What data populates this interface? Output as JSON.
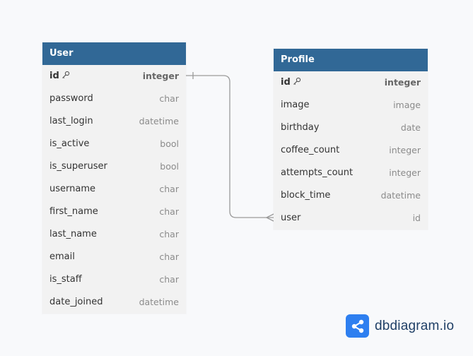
{
  "tables": {
    "user": {
      "title": "User",
      "columns": [
        {
          "name": "id",
          "type": "integer",
          "pk": true
        },
        {
          "name": "password",
          "type": "char"
        },
        {
          "name": "last_login",
          "type": "datetime"
        },
        {
          "name": "is_active",
          "type": "bool"
        },
        {
          "name": "is_superuser",
          "type": "bool"
        },
        {
          "name": "username",
          "type": "char"
        },
        {
          "name": "first_name",
          "type": "char"
        },
        {
          "name": "last_name",
          "type": "char"
        },
        {
          "name": "email",
          "type": "char"
        },
        {
          "name": "is_staff",
          "type": "char"
        },
        {
          "name": "date_joined",
          "type": "datetime"
        }
      ]
    },
    "profile": {
      "title": "Profile",
      "columns": [
        {
          "name": "id",
          "type": "integer",
          "pk": true
        },
        {
          "name": "image",
          "type": "image"
        },
        {
          "name": "birthday",
          "type": "date"
        },
        {
          "name": "coffee_count",
          "type": "integer"
        },
        {
          "name": "attempts_count",
          "type": "integer"
        },
        {
          "name": "block_time",
          "type": "datetime"
        },
        {
          "name": "user",
          "type": "id"
        }
      ]
    }
  },
  "relationship": {
    "from": "User.id",
    "to": "Profile.user",
    "from_cardinality": "one",
    "to_cardinality": "many"
  },
  "brand": {
    "text": "dbdiagram.io",
    "icon": "share-network-icon"
  },
  "colors": {
    "header_bg": "#316896",
    "table_bg": "#f2f2f2",
    "canvas_bg": "#f8f9fb",
    "connector": "#9a9a9a",
    "brand_blue": "#2e7ff0"
  }
}
